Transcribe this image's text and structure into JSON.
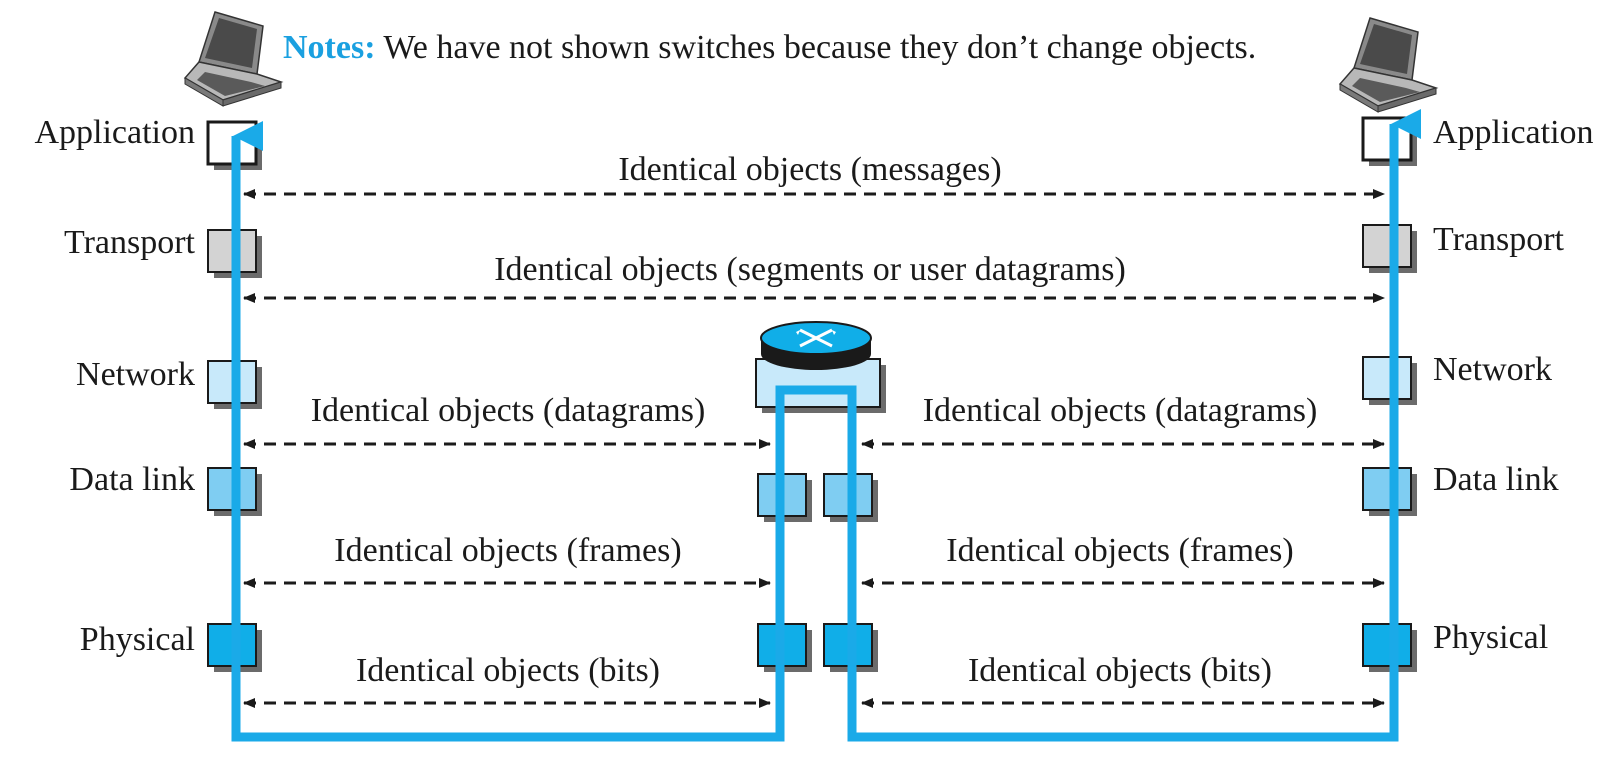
{
  "notes": {
    "label": "Notes:",
    "text": " We have not shown switches because they don’t change objects."
  },
  "layers": {
    "left": [
      "Application",
      "Transport",
      "Network",
      "Data link",
      "Physical"
    ],
    "right": [
      "Application",
      "Transport",
      "Network",
      "Data link",
      "Physical"
    ]
  },
  "links": {
    "messages": "Identical objects (messages)",
    "segments": "Identical objects (segments or user datagrams)",
    "datagrams_left": "Identical objects (datagrams)",
    "datagrams_right": "Identical objects (datagrams)",
    "frames_left": "Identical objects (frames)",
    "frames_right": "Identical objects (frames)",
    "bits_left": "Identical objects (bits)",
    "bits_right": "Identical objects (bits)"
  },
  "colors": {
    "path": "#1aaae8",
    "notes": "#1aa0e0",
    "application": "#ffffff",
    "transport": "#d3d3d3",
    "network": "#c8e9fa",
    "datalink": "#7fcdf2",
    "physical": "#10aee8",
    "shadow": "#6b6b6b",
    "border": "#1a1a1a"
  },
  "icons": {
    "left_host": "laptop-icon",
    "right_host": "laptop-icon",
    "router": "router-icon"
  }
}
